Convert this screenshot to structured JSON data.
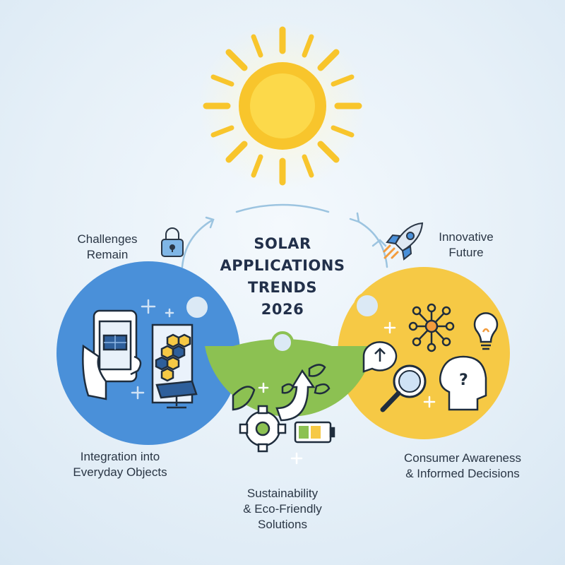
{
  "title": {
    "line1": "SOLAR",
    "line2": "APPLICATIONS",
    "line3": "TRENDS",
    "line4": "2026"
  },
  "top_left": {
    "line1": "Challenges",
    "line2": "Remain",
    "icon": "padlock-icon"
  },
  "top_right": {
    "line1": "Innovative",
    "line2": "Future",
    "icon": "rocket-icon"
  },
  "circles": {
    "left": {
      "line1": "Integration into",
      "line2": "Everyday Objects",
      "color": "#4a90d9"
    },
    "middle": {
      "line1": "Sustainability",
      "line2": "& Eco-Friendly",
      "line3": "Solutions",
      "color": "#8cc152"
    },
    "right": {
      "line1": "Consumer Awareness",
      "line2": "& Informed Decisions",
      "color": "#f6c945"
    }
  },
  "colors": {
    "sun": "#f8c52c",
    "sun_core": "#fcd94a",
    "arrow": "#9cc4e0",
    "outline": "#2a3645"
  }
}
